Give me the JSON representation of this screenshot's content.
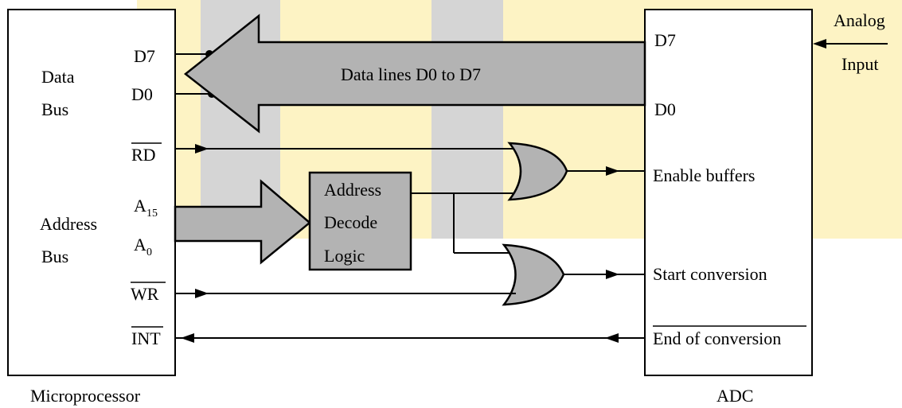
{
  "colors": {
    "background_stripe_yellow": "#fdf3c4",
    "background_stripe_gray": "#d5d5d5",
    "block_fill": "#b3b3b3",
    "line": "#000000"
  },
  "microprocessor": {
    "name": "Microprocessor",
    "data_label_1": "Data",
    "data_label_2": "Bus",
    "address_label_1": "Address",
    "address_label_2": "Bus",
    "pin_d7": "D7",
    "pin_d0": "D0",
    "pin_rd": "RD",
    "pin_a15": "A",
    "pin_a15_sub": "15",
    "pin_a0": "A",
    "pin_a0_sub": "0",
    "pin_wr": "WR",
    "pin_int": "INT"
  },
  "data_lines": {
    "label": "Data lines D0 to D7"
  },
  "decoder": {
    "line1": "Address",
    "line2": "Decode",
    "line3": "Logic"
  },
  "adc": {
    "name": "ADC",
    "pin_d7": "D7",
    "pin_d0": "D0",
    "enable": "Enable buffers",
    "start": "Start conversion",
    "eoc": "End of conversion",
    "input_1": "Analog",
    "input_2": "Input"
  }
}
